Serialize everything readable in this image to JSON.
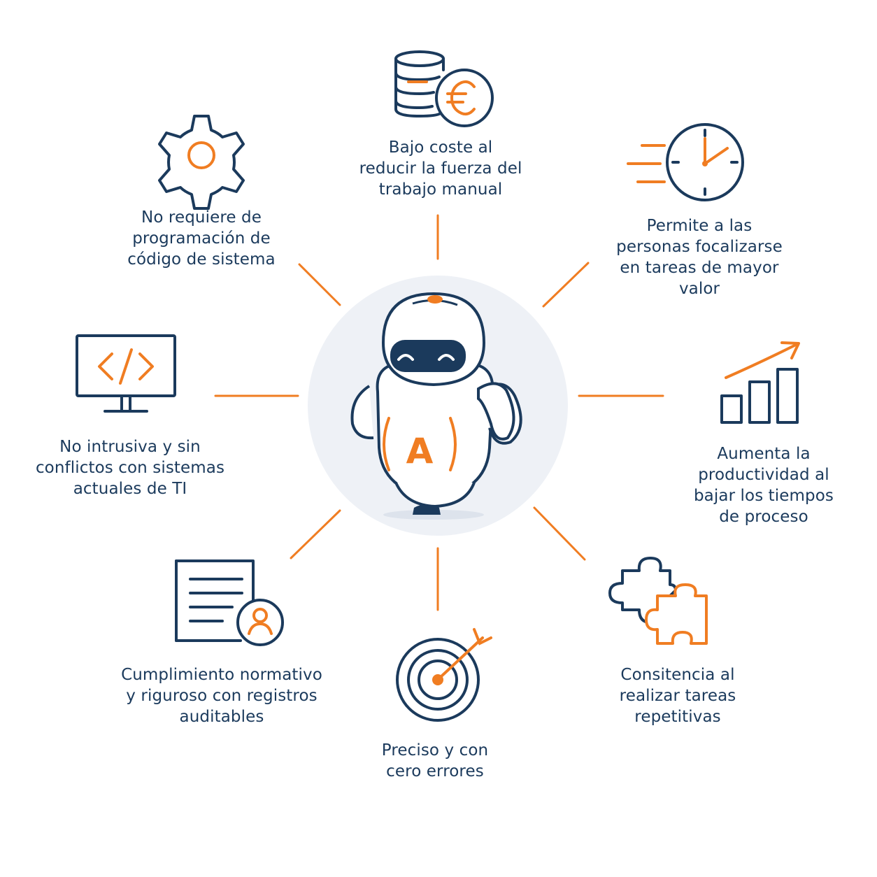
{
  "center": {
    "robot_letter": "A"
  },
  "benefits": [
    {
      "lines": [
        "Bajo coste al",
        "reducir la fuerza del",
        "trabajo manual"
      ],
      "icon": "coins-euro-icon"
    },
    {
      "lines": [
        "Permite a las",
        "personas focalizarse",
        "en tareas de mayor",
        "valor"
      ],
      "icon": "fast-clock-icon"
    },
    {
      "lines": [
        "Aumenta la",
        "productividad al",
        "bajar los tiempos",
        "de proceso"
      ],
      "icon": "growth-chart-icon"
    },
    {
      "lines": [
        "Consitencia al",
        "realizar tareas",
        "repetitivas"
      ],
      "icon": "puzzle-icon"
    },
    {
      "lines": [
        "Preciso y con",
        "cero errores"
      ],
      "icon": "target-icon"
    },
    {
      "lines": [
        "Cumplimiento normativo",
        "y riguroso con registros",
        "auditables"
      ],
      "icon": "document-user-icon"
    },
    {
      "lines": [
        "No intrusiva y sin",
        "conflictos con sistemas",
        "actuales de TI"
      ],
      "icon": "code-monitor-icon"
    },
    {
      "lines": [
        "No requiere de",
        "programación de",
        "código de sistema"
      ],
      "icon": "gear-icon"
    }
  ],
  "colors": {
    "navy": "#1b3a5c",
    "orange": "#f07d22",
    "halo": "#eef1f6"
  }
}
